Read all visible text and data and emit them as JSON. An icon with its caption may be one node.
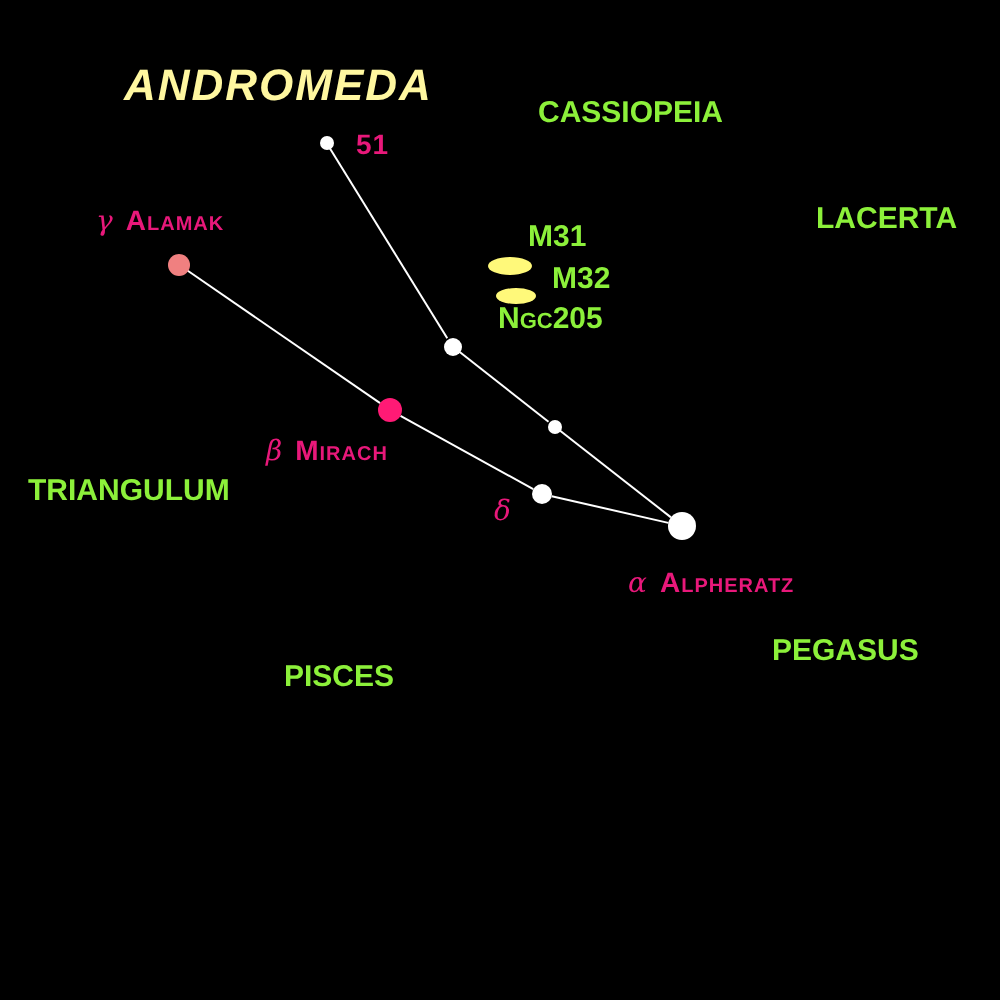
{
  "diagram": {
    "title": "ANDROMEDA",
    "nodes": [
      {
        "text": [],
        "shape": "circle",
        "beside": [
          "51"
        ]
      },
      {
        "text": [],
        "shape": "circle",
        "beside": [
          "γ Alamak"
        ]
      },
      {
        "text": [],
        "shape": "circle"
      },
      {
        "text": [],
        "shape": "circle",
        "beside": [
          "β Mirach"
        ]
      },
      {
        "text": [],
        "shape": "circle"
      },
      {
        "text": [],
        "shape": "circle",
        "beside": [
          "δ"
        ]
      },
      {
        "text": [],
        "shape": "circle",
        "beside": [
          "α Alpheratz"
        ]
      }
    ],
    "edges": [
      {
        "from": 0,
        "to": 2,
        "arrow": "none"
      },
      {
        "from": 2,
        "to": 4,
        "arrow": "none"
      },
      {
        "from": 4,
        "to": 6,
        "arrow": "none"
      },
      {
        "from": 1,
        "to": 3,
        "arrow": "none"
      },
      {
        "from": 3,
        "to": 5,
        "arrow": "none"
      },
      {
        "from": 5,
        "to": 6,
        "arrow": "none"
      }
    ],
    "labels": [
      "CASSIOPEIA",
      "LACERTA",
      "M31",
      "M32",
      "Ngc205",
      "TRIANGULUM",
      "PISCES",
      "PEGASUS"
    ]
  }
}
